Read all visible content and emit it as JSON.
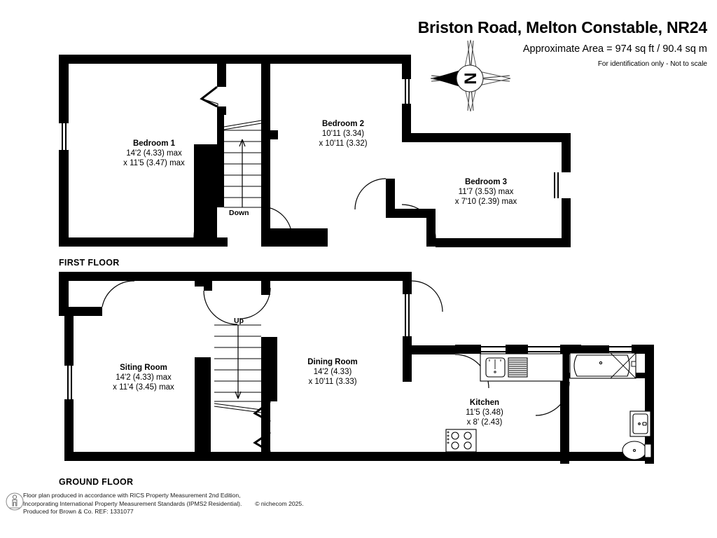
{
  "header": {
    "title": "Briston Road, Melton Constable, NR24",
    "area": "Approximate Area = 974 sq ft / 90.4 sq m",
    "disclaimer": "For identification only - Not to scale"
  },
  "compass": {
    "label": "N",
    "name": "north-arrow"
  },
  "floors": [
    {
      "id": "first",
      "caption": "FIRST FLOOR"
    },
    {
      "id": "ground",
      "caption": "GROUND FLOOR"
    }
  ],
  "rooms": [
    {
      "floor": "first",
      "name": "Bedroom 1",
      "dim1": "14'2 (4.33) max",
      "dim2": "x 11'5 (3.47) max"
    },
    {
      "floor": "first",
      "name": "Bedroom 2",
      "dim1": "10'11 (3.34)",
      "dim2": "x 10'11 (3.32)"
    },
    {
      "floor": "first",
      "name": "Bedroom 3",
      "dim1": "11'7 (3.53) max",
      "dim2": "x 7'10 (2.39) max"
    },
    {
      "floor": "ground",
      "name": "Siting Room",
      "dim1": "14'2 (4.33) max",
      "dim2": "x 11'4 (3.45) max"
    },
    {
      "floor": "ground",
      "name": "Dining Room",
      "dim1": "14'2 (4.33)",
      "dim2": "x 10'11 (3.33)"
    },
    {
      "floor": "ground",
      "name": "Kitchen",
      "dim1": "11'5 (3.48)",
      "dim2": "x 8' (2.43)"
    }
  ],
  "stairs": [
    {
      "floor": "first",
      "label": "Down"
    },
    {
      "floor": "ground",
      "label": "Up"
    }
  ],
  "footer": {
    "line1": "Floor plan produced in accordance with RICS Property Measurement 2nd Edition,",
    "line2": "Incorporating International Property Measurement Standards (IPMS2 Residential).",
    "copyright": "© nichecom 2025.",
    "line3": "Produced for Brown & Co.   REF: 1331077"
  },
  "colors": {
    "wall": "#000000",
    "background": "#ffffff",
    "fixture_line": "#000000"
  }
}
